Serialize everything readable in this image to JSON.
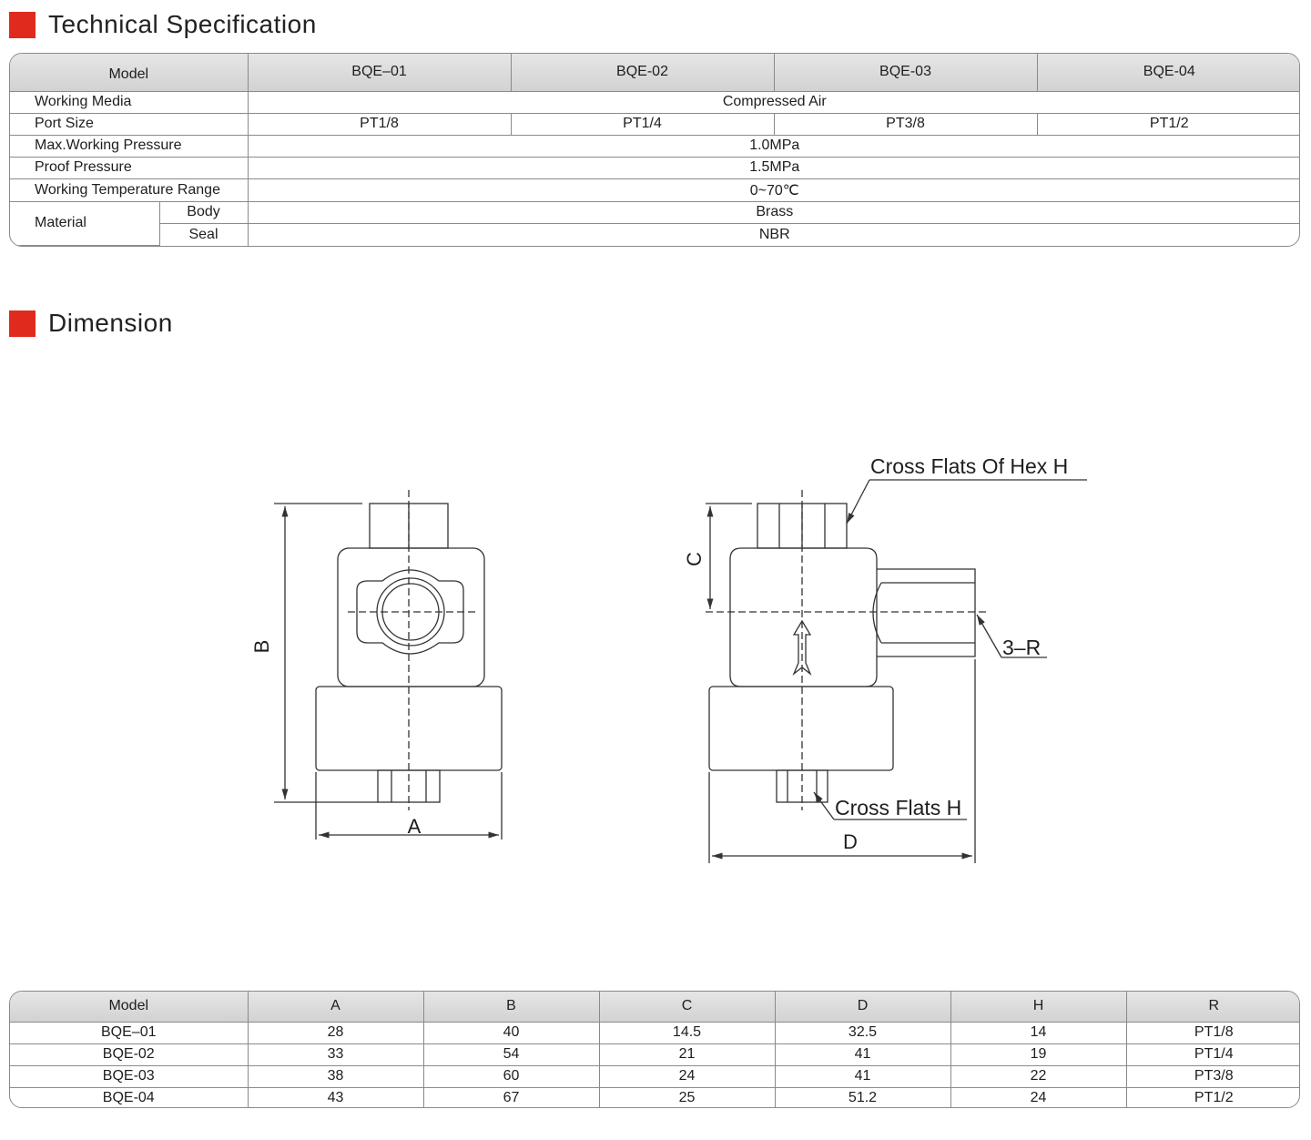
{
  "spec_section": {
    "title": "Technical Specification",
    "header": {
      "model_label": "Model",
      "models": [
        "BQE–01",
        "BQE-02",
        "BQE-03",
        "BQE-04"
      ]
    },
    "rows": {
      "working_media": {
        "label": "Working Media",
        "value": "Compressed Air"
      },
      "port_size": {
        "label": "Port Size",
        "values": [
          "PT1/8",
          "PT1/4",
          "PT3/8",
          "PT1/2"
        ]
      },
      "max_pressure": {
        "label": "Max.Working Pressure",
        "value": "1.0MPa"
      },
      "proof_pressure": {
        "label": "Proof Pressure",
        "value": "1.5MPa"
      },
      "temperature": {
        "label": "Working Temperature Range",
        "value": "0~70℃"
      },
      "material": {
        "label": "Material",
        "body_label": "Body",
        "body_value": "Brass",
        "seal_label": "Seal",
        "seal_value": "NBR"
      }
    }
  },
  "dimension_section": {
    "title": "Dimension",
    "drawing_labels": {
      "A": "A",
      "B": "B",
      "C": "C",
      "D": "D",
      "hex": "Cross Flats Of Hex H",
      "port": "3–R",
      "flats": "Cross Flats H"
    },
    "table": {
      "columns": [
        "Model",
        "A",
        "B",
        "C",
        "D",
        "H",
        "R"
      ],
      "rows": [
        [
          "BQE–01",
          "28",
          "40",
          "14.5",
          "32.5",
          "14",
          "PT1/8"
        ],
        [
          "BQE-02",
          "33",
          "54",
          "21",
          "41",
          "19",
          "PT1/4"
        ],
        [
          "BQE-03",
          "38",
          "60",
          "24",
          "41",
          "22",
          "PT3/8"
        ],
        [
          "BQE-04",
          "43",
          "67",
          "25",
          "51.2",
          "24",
          "PT1/2"
        ]
      ]
    }
  },
  "colors": {
    "accent_red": "#e02a1e",
    "header_gray": "#dcdcdc",
    "border_gray": "#8a8a8a"
  }
}
